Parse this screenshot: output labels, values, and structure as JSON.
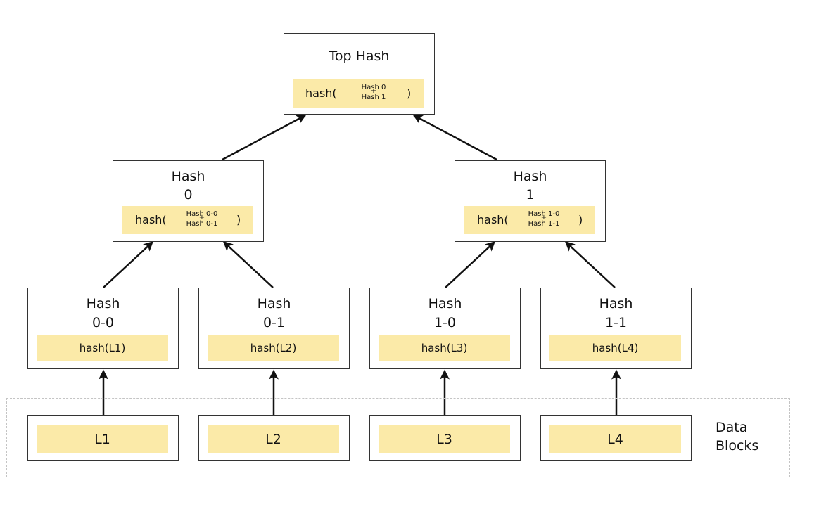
{
  "top": {
    "title": "Top Hash",
    "fn": "hash(",
    "close": ")",
    "in_a": "Hash 0",
    "plus": "+",
    "in_b": "Hash 1"
  },
  "mid": [
    {
      "title_a": "Hash",
      "title_b": "0",
      "fn": "hash(",
      "close": ")",
      "in_a": "Hash 0-0",
      "plus": "+",
      "in_b": "Hash 0-1"
    },
    {
      "title_a": "Hash",
      "title_b": "1",
      "fn": "hash(",
      "close": ")",
      "in_a": "Hash 1-0",
      "plus": "+",
      "in_b": "Hash 1-1"
    }
  ],
  "leaf_hashes": [
    {
      "title_a": "Hash",
      "title_b": "0-0",
      "fn": "hash(L1)"
    },
    {
      "title_a": "Hash",
      "title_b": "0-1",
      "fn": "hash(L2)"
    },
    {
      "title_a": "Hash",
      "title_b": "1-0",
      "fn": "hash(L3)"
    },
    {
      "title_a": "Hash",
      "title_b": "1-1",
      "fn": "hash(L4)"
    }
  ],
  "data_blocks": {
    "label_a": "Data",
    "label_b": "Blocks",
    "items": [
      "L1",
      "L2",
      "L3",
      "L4"
    ]
  }
}
